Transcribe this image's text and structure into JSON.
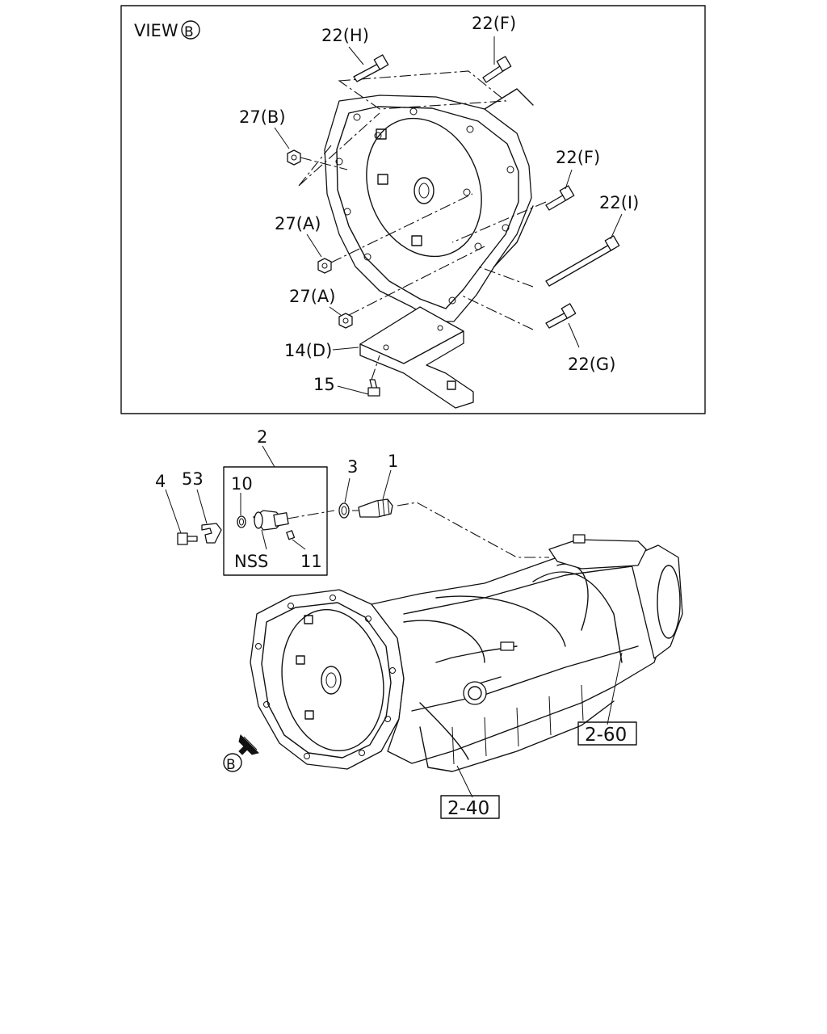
{
  "view_panel": {
    "title": "VIEW",
    "title_marker": "B"
  },
  "view_labels": {
    "bolt_22h": "22(H)",
    "bolt_22f_top": "22(F)",
    "nut_27b": "27(B)",
    "bolt_22f_mid": "22(F)",
    "bolt_22i": "22(I)",
    "nut_27a_upper": "27(A)",
    "nut_27a_lower": "27(A)",
    "plate_14d": "14(D)",
    "bolt_22g": "22(G)",
    "bolt_15": "15"
  },
  "main_labels": {
    "group_2": "2",
    "item_4": "4",
    "item_53": "53",
    "item_10": "10",
    "item_3": "3",
    "item_1": "1",
    "item_nss": "NSS",
    "item_11": "11",
    "view_marker": "B"
  },
  "refs": {
    "ref_260": "2-60",
    "ref_240": "2-40"
  }
}
